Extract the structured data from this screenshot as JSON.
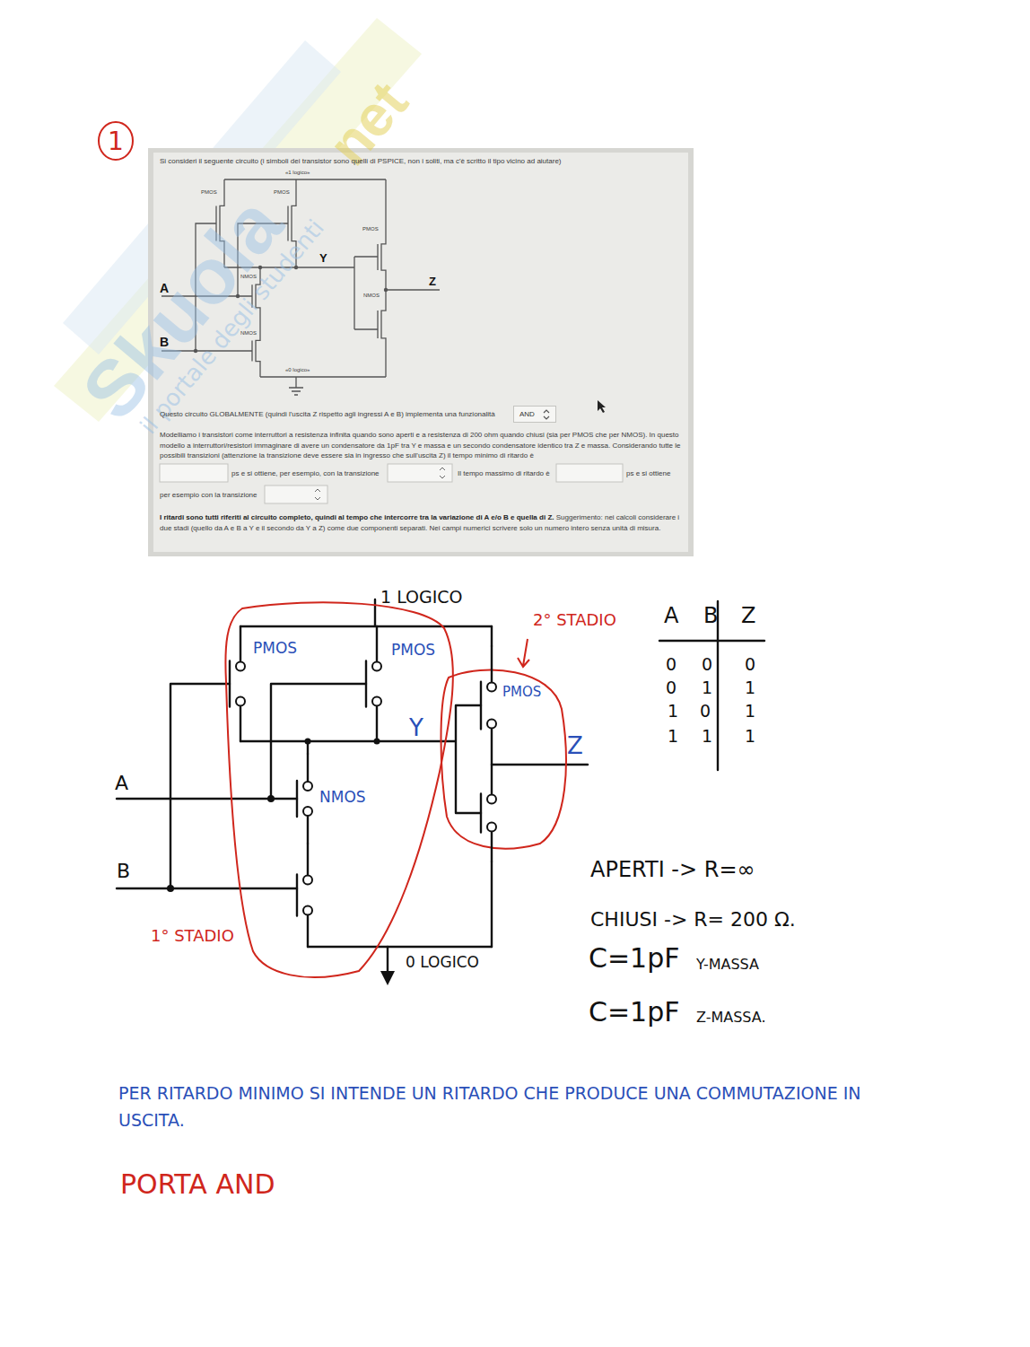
{
  "diagram": {
    "nodes": [
      {
        "text": [
          "1"
        ]
      },
      {
        "text": [
          "AND"
        ]
      }
    ],
    "labels": [
      "Si consideri il seguente circuito (i simboli dei transistor sono quelli di PSPICE, non i soliti, ma c'è scritto il tipo vicino ad aiutare)",
      "«1 logico»",
      "PMOS",
      "PMOS",
      "PMOS",
      "Y",
      "Z",
      "NMOS",
      "A",
      "NMOS",
      "NMOS",
      "B",
      "«0 logico»",
      "Questo circuito GLOBALMENTE (quindi l'uscita Z rispetto agli ingressi A e B) implementa una funzionalità",
      "Modelliamo i transistori come interruttori a resistenza infinita quando sono aperti e a resistenza di 200 ohm quando chiusi (sia per PMOS che per NMOS). In questo modello a interruttori/resistori immaginare di avere un condensatore da 1pF tra Y e massa e un secondo condensatore identico tra Z e massa. Considerando tutte le possibili transizioni (attenzione la transizione deve essere sia in ingresso che sull'uscita Z) il tempo minimo di ritardo è",
      "ps e si ottiene, per esempio, con la transizione",
      "Il tempo massimo di ritardo è",
      "ps e si ottiene",
      "per esempio con la transizione",
      "I ritardi sono tutti riferiti al circuito completo, quindi al tempo che intercorre tra la variazione di A e/o B e quella di Z.",
      "Suggerimento: nei calcoli considerare i due stadi (quello da A e B a Y e il secondo da Y a Z) come due componenti separati. Nei campi numerici scrivere solo un numero intero senza unità di misura.",
      "1 LOGICO",
      "PMOS",
      "PMOS",
      "2° STADIO",
      "A",
      "B",
      "Z",
      "0",
      "0",
      "0",
      "0",
      "1",
      "1",
      "1",
      "0",
      "1",
      "1",
      "1",
      "1",
      "PMOS",
      "Y",
      "Z",
      "A",
      "NMOS",
      "B",
      "1° STADIO",
      "0 LOGICO",
      "APERTI -> R=∞",
      "CHIUSI -> R= 200 Ω.",
      "C=1pF",
      "Y-MASSA",
      "C=1pF",
      "Z-MASSA.",
      "PER RITARDO MINIMO SI INTENDE UN RITARDO CHE PRODUCE UNA COMMUTAZIONE IN USCITA.",
      "PORTA AND",
      "Skuola",
      "net",
      "il portale degli studenti"
    ]
  }
}
